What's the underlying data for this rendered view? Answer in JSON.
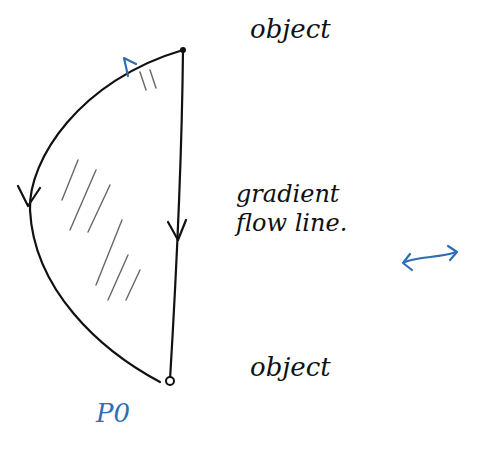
{
  "diagram": {
    "labels": [
      "object",
      "gradient flow line.",
      "object",
      "P0"
    ]
  }
}
